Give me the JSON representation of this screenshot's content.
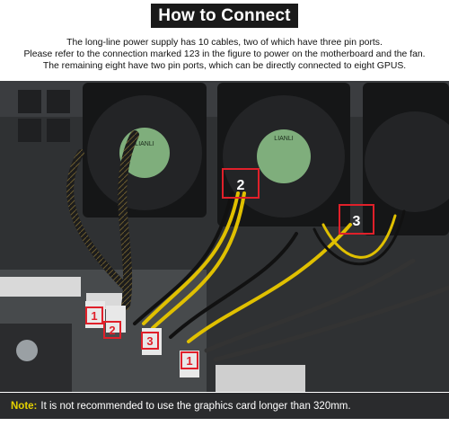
{
  "header": {
    "title": "How to Connect"
  },
  "description": {
    "line1": "The long-line power supply has 10 cables, two of which have three pin ports.",
    "line2": "Please refer to the connection marked 123 in the figure to power on the motherboard and the fan.",
    "line3": "The remaining eight have two pin ports, which can be directly connected to eight GPUS."
  },
  "photo": {
    "fan_brand": "LIANLI",
    "markers": [
      "1",
      "2",
      "1",
      "3",
      "1",
      "2",
      "3"
    ]
  },
  "note": {
    "label": "Note:",
    "text": "It is not recommended to use the graphics card longer than 320mm."
  },
  "colors": {
    "marker_red": "#e0202a",
    "note_label": "#e5d100",
    "banner": "#1a1a1a"
  }
}
